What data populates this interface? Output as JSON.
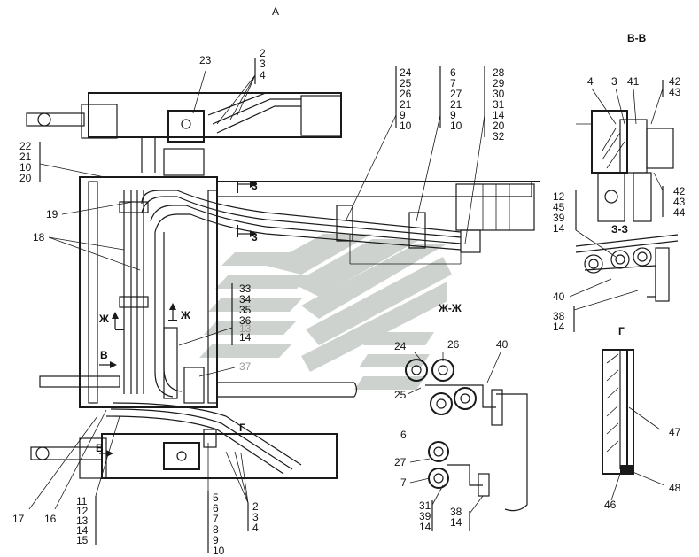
{
  "view_labels": {
    "main_view": "А",
    "section_bb": "В-В",
    "section_33": "З-З",
    "section_zhzh": "Ж-Ж",
    "section_g": "Г",
    "view_g_marker": "Г",
    "view_b_marker_top": "В",
    "view_b_marker_bottom": "В",
    "section_3_top": "3",
    "section_3_bottom": "3",
    "section_zh_left": "Ж",
    "section_zh_right": "Ж"
  },
  "callouts": {
    "c23": "23",
    "stack_2_3_4_top": [
      "2",
      "3",
      "4"
    ],
    "stack_24": [
      "24",
      "25",
      "26",
      "21",
      "9",
      "10"
    ],
    "stack_6": [
      "6",
      "7",
      "27",
      "21",
      "9",
      "10"
    ],
    "stack_28": [
      "28",
      "29",
      "30",
      "31",
      "14",
      "20",
      "32"
    ],
    "stack_22": [
      "22",
      "21",
      "10",
      "20"
    ],
    "c19": "19",
    "c18": "18",
    "stack_33": [
      "33",
      "34",
      "35",
      "36"
    ],
    "stack_33_grey": "13",
    "stack_33_last": "14",
    "c37": "37",
    "c17": "17",
    "c16": "16",
    "stack_11": [
      "11",
      "12",
      "13",
      "14",
      "15"
    ],
    "stack_5": [
      "5",
      "6",
      "7",
      "8",
      "9",
      "10"
    ],
    "stack_2_3_4_bottom": [
      "2",
      "3",
      "4"
    ],
    "bb_4": "4",
    "bb_3": "3",
    "bb_41": "41",
    "bb_42_43_top": [
      "42",
      "43"
    ],
    "bb_42_43_44": [
      "42",
      "43",
      "44"
    ],
    "stack_12": [
      "12",
      "45",
      "39",
      "14"
    ],
    "c40_33": "40",
    "stack_38_14_right": [
      "38",
      "14"
    ],
    "zh_24": "24",
    "zh_26": "26",
    "zh_40": "40",
    "zh_25": "25",
    "zh_6": "6",
    "zh_27": "27",
    "zh_7": "7",
    "stack_31": [
      "31",
      "39",
      "14"
    ],
    "stack_38_14_bottom": [
      "38",
      "14"
    ],
    "g_47": "47",
    "g_48": "48",
    "g_46": "46"
  }
}
